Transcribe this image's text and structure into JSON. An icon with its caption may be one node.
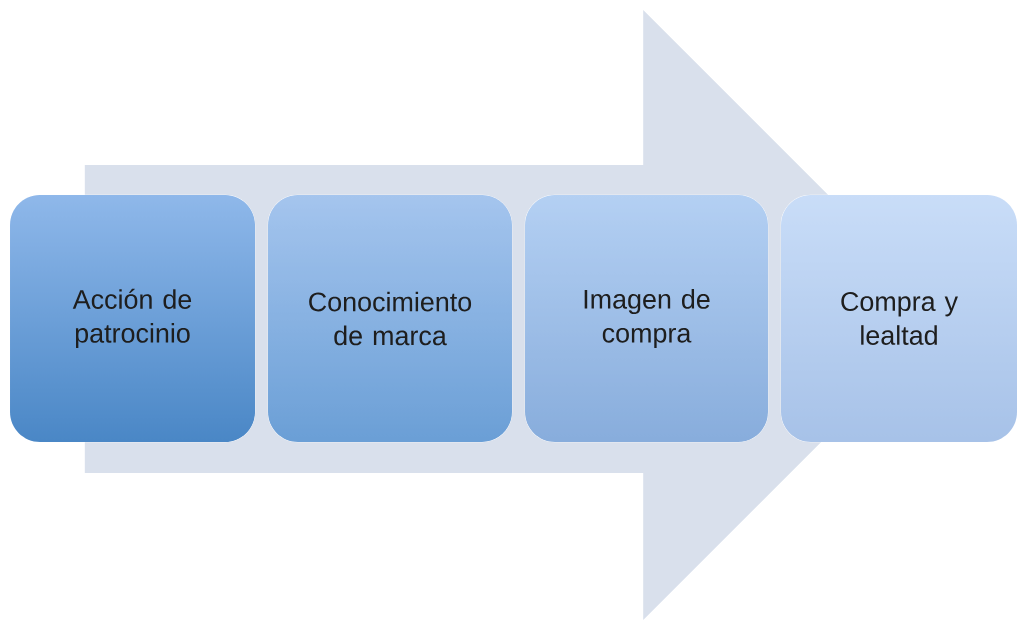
{
  "diagram": {
    "nodes": [
      {
        "text": [
          "Acción de patrocinio"
        ]
      },
      {
        "text": [
          "Conocimiento de marca"
        ]
      },
      {
        "text": [
          "Imagen de compra"
        ]
      },
      {
        "text": [
          "Compra y lealtad"
        ]
      }
    ],
    "edges": [
      {
        "from": 0,
        "to": 3,
        "arrow": "to"
      }
    ]
  }
}
